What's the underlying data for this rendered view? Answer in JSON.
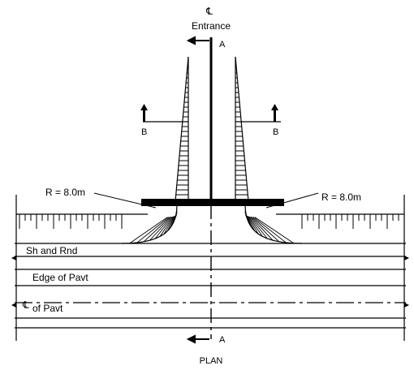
{
  "diagram": {
    "cl_symbol": "℄",
    "entrance_label": "Entrance",
    "section_a_top": "A",
    "section_a_bottom": "A",
    "section_b_left": "B",
    "section_b_right": "B",
    "radius_left": "R = 8.0m",
    "radius_right": "R = 8.0m",
    "shoulder_label": "Sh and Rnd",
    "edge_label": "Edge of Pavt",
    "cl_pavt_symbol": "℄",
    "cl_pavt_label": "of Pavt",
    "plan_label": "PLAN"
  }
}
